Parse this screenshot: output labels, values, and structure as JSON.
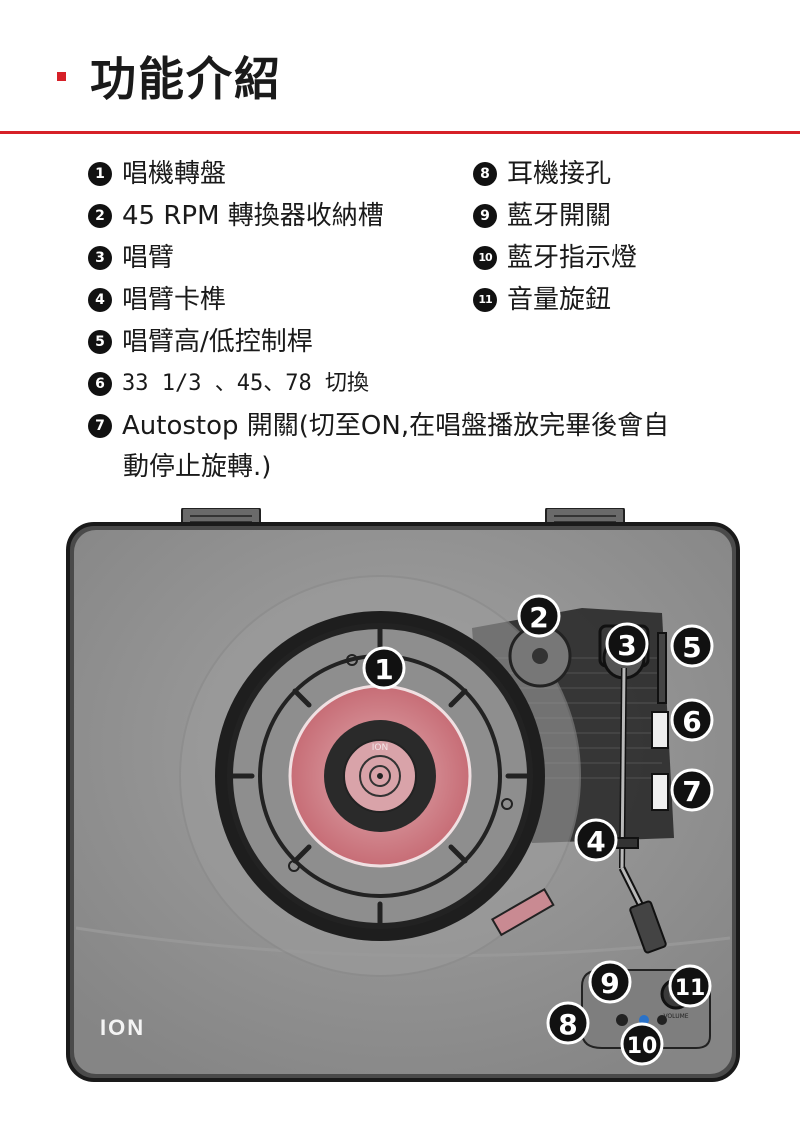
{
  "header": {
    "title": "功能介紹"
  },
  "features_left": [
    {
      "num": "1",
      "label": "唱機轉盤"
    },
    {
      "num": "2",
      "label": "45 RPM 轉換器收納槽"
    },
    {
      "num": "3",
      "label": "唱臂"
    },
    {
      "num": "4",
      "label": "唱臂卡榫"
    },
    {
      "num": "5",
      "label": "唱臂高/低控制桿"
    },
    {
      "num": "6",
      "label": "33 1/3 、45、78 切換"
    },
    {
      "num": "7",
      "label": "Autostop 開關(切至ON,在唱盤播放完畢後會自",
      "label_cont": "動停止旋轉.)"
    }
  ],
  "features_right": [
    {
      "num": "8",
      "label": "耳機接孔"
    },
    {
      "num": "9",
      "label": "藍牙開關"
    },
    {
      "num": "10",
      "label": "藍牙指示燈"
    },
    {
      "num": "11",
      "label": "音量旋鈕"
    }
  ],
  "device": {
    "brand": "ION",
    "platter_label": "ION",
    "volume_label": "VOLUME",
    "callouts": [
      "1",
      "2",
      "3",
      "4",
      "5",
      "6",
      "7",
      "8",
      "9",
      "10",
      "11"
    ]
  },
  "colors": {
    "accent": "#d62028",
    "body": "#8c8c8c",
    "frame": "#3a3a3a"
  }
}
